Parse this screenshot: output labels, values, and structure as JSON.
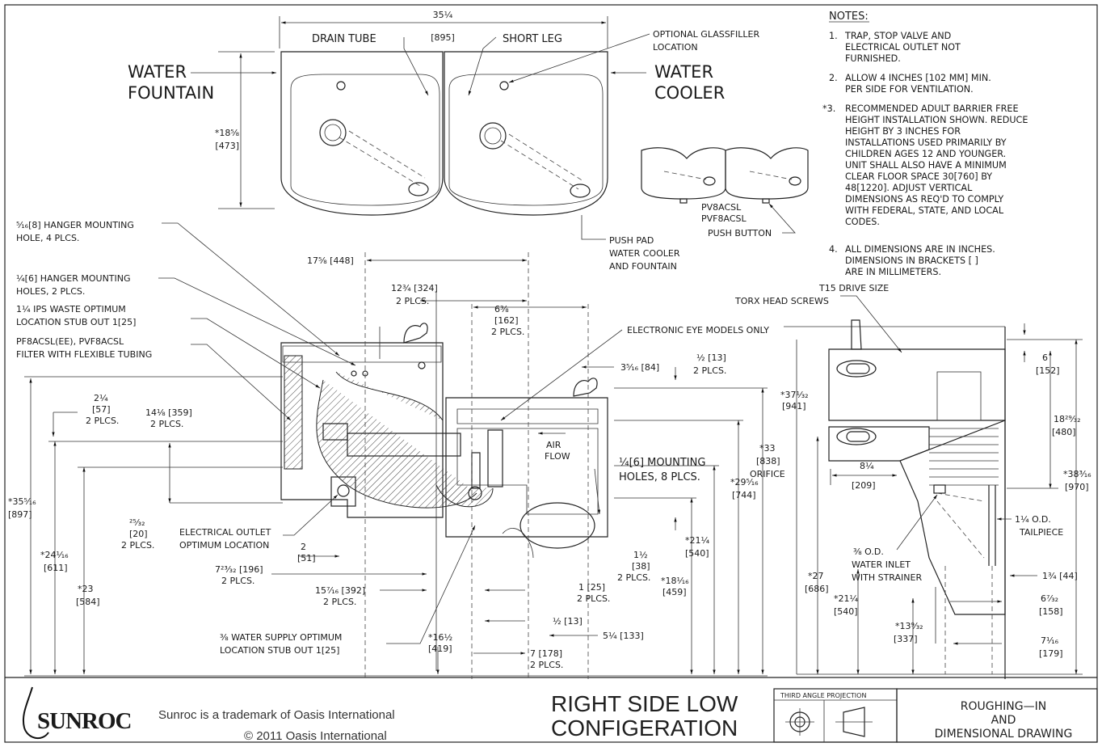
{
  "title_block": {
    "brand": "SUNROC",
    "trademark": "Sunroc is a trademark of Oasis International",
    "copyright": "© 2011 Oasis International",
    "configuration_line1": "RIGHT SIDE LOW",
    "configuration_line2": "CONFIGERATION",
    "projection": "THIRD ANGLE PROJECTION",
    "drawing_type_line1": "ROUGHING—IN",
    "drawing_type_line2": "AND",
    "drawing_type_line3": "DIMENSIONAL DRAWING"
  },
  "notes": {
    "heading": "NOTES:",
    "items": [
      {
        "num": "1.",
        "lines": [
          "TRAP, STOP VALVE AND",
          "ELECTRICAL OUTLET NOT",
          "FURNISHED."
        ]
      },
      {
        "num": "2.",
        "lines": [
          "ALLOW 4 INCHES [102 MM] MIN.",
          "PER SIDE FOR VENTILATION."
        ]
      },
      {
        "num": "*3.",
        "lines": [
          "RECOMMENDED ADULT BARRIER FREE",
          "HEIGHT INSTALLATION SHOWN. REDUCE",
          "HEIGHT BY 3 INCHES FOR",
          "INSTALLATIONS USED PRIMARILY BY",
          "CHILDREN AGES 12 AND YOUNGER.",
          "UNIT SHALL ALSO HAVE A MINIMUM",
          "CLEAR FLOOR SPACE 30[760] BY",
          "48[1220]. ADJUST VERTICAL",
          "DIMENSIONS AS REQ'D TO COMPLY",
          "WITH FEDERAL, STATE, AND LOCAL",
          "CODES."
        ]
      },
      {
        "num": "4.",
        "lines": [
          "ALL DIMENSIONS ARE IN INCHES.",
          "DIMENSIONS IN BRACKETS [ ]",
          "ARE IN MILLIMETERS."
        ]
      }
    ]
  },
  "top_view": {
    "width_dim": "35¼",
    "width_mm": "[895]",
    "height_dim": "*18⅝",
    "height_mm": "[473]",
    "water_fountain": [
      "WATER",
      "FOUNTAIN"
    ],
    "water_cooler": [
      "WATER",
      "COOLER"
    ],
    "drain_tube": "DRAIN TUBE",
    "short_leg": "SHORT LEG",
    "glassfiller": [
      "OPTIONAL GLASSFILLER",
      "LOCATION"
    ],
    "push_pad": [
      "PUSH PAD",
      "WATER COOLER",
      "AND FOUNTAIN"
    ],
    "models": [
      "PV8ACSL",
      "PVF8ACSL"
    ],
    "push_button": "PUSH BUTTON"
  },
  "front_view": {
    "callouts": [
      "⁵⁄₁₆[8] HANGER MOUNTING",
      "HOLE, 4 PLCS.",
      "¼[6] HANGER MOUNTING",
      "HOLES, 2 PLCS.",
      "1¼ IPS WASTE OPTIMUM",
      "LOCATION STUB OUT 1[25]",
      "PF8ACSL(EE), PVF8ACSL",
      "FILTER WITH FLEXIBLE TUBING",
      "ELECTRONIC EYE MODELS ONLY",
      "ELECTRICAL OUTLET",
      "OPTIMUM LOCATION",
      "¼[6] MOUNTING",
      "HOLES, 8 PLCS.",
      "⅜ WATER SUPPLY OPTIMUM",
      "LOCATION STUB OUT 1[25]",
      "AIR",
      "FLOW"
    ],
    "dims": [
      "17⅝ [448]",
      "12¾ [324]",
      "2 PLCS.",
      "6⅜",
      "[162]",
      "2 PLCS.",
      "3⁵⁄₁₆ [84]",
      "½ [13]",
      "2 PLCS.",
      "2¼",
      "[57]",
      "2 PLCS.",
      "14⅛ [359]",
      "2 PLCS.",
      "²⁵⁄₃₂",
      "[20]",
      "2 PLCS.",
      "2",
      "[51]",
      "7²³⁄₃₂ [196]",
      "2 PLCS.",
      "15⁷⁄₁₆ [392]",
      "2 PLCS.",
      "1 [25]",
      "2 PLCS.",
      "½ [13]",
      "5¼ [133]",
      "7 [178]",
      "2 PLCS.",
      "1½",
      "[38]",
      "2 PLCS.",
      "*35⁵⁄₁₆",
      "[897]",
      "*24¹⁄₁₆",
      "[611]",
      "*23",
      "[584]",
      "*16½",
      "[419]",
      "*18¹⁄₁₆",
      "[459]",
      "*21¼",
      "[540]",
      "*29⁵⁄₁₆",
      "[744]",
      "*33",
      "[838]",
      "ORIFICE",
      "*37¹⁄₃₂",
      "[941]"
    ]
  },
  "side_view": {
    "screws": [
      "T15 DRIVE SIZE",
      "TORX HEAD SCREWS"
    ],
    "inlet": [
      "⅜ O.D.",
      "WATER INLET",
      "WITH STRAINER"
    ],
    "tailpiece": [
      "1¼ O.D.",
      "TAILPIECE"
    ],
    "dims": [
      "6",
      "[152]",
      "18²⁹⁄₃₂",
      "[480]",
      "*38³⁄₁₆",
      "[970]",
      "8¼",
      "[209]",
      "1¾ [44]",
      "6⁷⁄₃₂",
      "[158]",
      "7¹⁄₁₆",
      "[179]",
      "*27",
      "[686]",
      "*21¼",
      "[540]",
      "*13⁹⁄₃₂",
      "[337]"
    ]
  }
}
